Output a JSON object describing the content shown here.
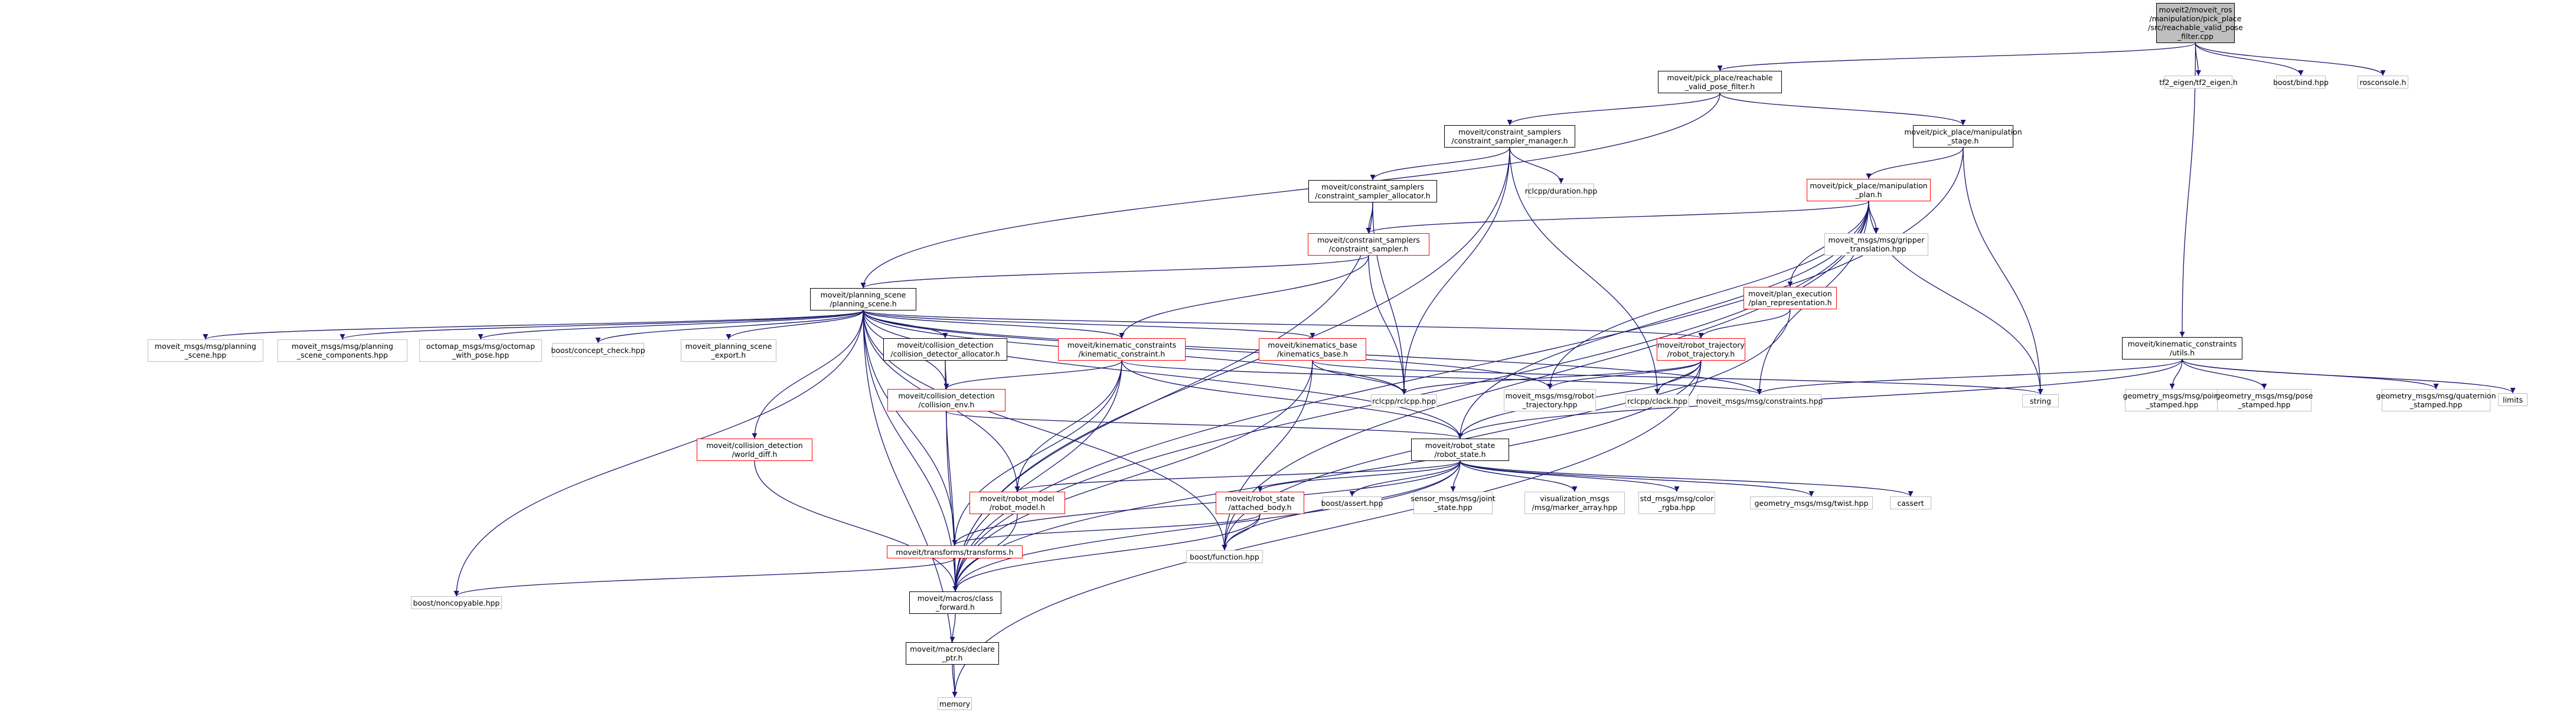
{
  "colors": {
    "edge": "#191970",
    "frame_documented": "#000000",
    "frame_undocumented": "#ff0000",
    "frame_external": "#bfbfbf",
    "root_fill": "#bfbfbf"
  },
  "nodes": {
    "root": "moveit2/moveit_ros\n/manipulation/pick_place\n/src/reachable_valid_pose\n_filter.cpp",
    "reach": "moveit/pick_place/reachable\n_valid_pose_filter.h",
    "csm": "moveit/constraint_samplers\n/constraint_sampler_manager.h",
    "stage": "moveit/pick_place/manipulation\n_stage.h",
    "csa": "moveit/constraint_samplers\n/constraint_sampler_allocator.h",
    "duration": "rclcpp/duration.hpp",
    "plan": "moveit/pick_place/manipulation\n_plan.h",
    "cs": "moveit/constraint_samplers\n/constraint_sampler.h",
    "gripper": "moveit_msgs/msg/gripper\n_translation.hpp",
    "ps": "moveit/planning_scene\n/planning_scene.h",
    "planrep": "moveit/plan_execution\n/plan_representation.h",
    "kcu": "moveit/kinematic_constraints\n/utils.h",
    "tf2": "tf2_eigen/tf2_eigen.h",
    "bind": "boost/bind.hpp",
    "rosconsole": "rosconsole.h",
    "msgps": "moveit_msgs/msg/planning\n_scene.hpp",
    "psc": "moveit_msgs/msg/planning\n_scene_components.hpp",
    "octomap": "octomap_msgs/msg/octomap\n_with_pose.hpp",
    "concept": "boost/concept_check.hpp",
    "psexport": "moveit_planning_scene\n_export.h",
    "cda": "moveit/collision_detection\n/collision_detector_allocator.h",
    "kc": "moveit/kinematic_constraints\n/kinematic_constraint.h",
    "kb": "moveit/kinematics_base\n/kinematics_base.h",
    "rt": "moveit/robot_trajectory\n/robot_trajectory.h",
    "string": "string",
    "gpoint": "geometry_msgs/msg/point\n_stamped.hpp",
    "gpose": "geometry_msgs/msg/pose\n_stamped.hpp",
    "gquat": "geometry_msgs/msg/quaternion\n_stamped.hpp",
    "limits": "limits",
    "cenv": "moveit/collision_detection\n/collision_env.h",
    "rclcpp": "rclcpp/rclcpp.hpp",
    "mrt": "moveit_msgs/msg/robot\n_trajectory.hpp",
    "clock": "rclcpp/clock.hpp",
    "constraints": "moveit_msgs/msg/constraints.hpp",
    "wd": "moveit/collision_detection\n/world_diff.h",
    "rs": "moveit/robot_state\n/robot_state.h",
    "rm": "moveit/robot_model\n/robot_model.h",
    "ab": "moveit/robot_state\n/attached_body.h",
    "assert": "boost/assert.hpp",
    "joint": "sensor_msgs/msg/joint\n_state.hpp",
    "marker": "visualization_msgs\n/msg/marker_array.hpp",
    "color": "std_msgs/msg/color\n_rgba.hpp",
    "twist": "geometry_msgs/msg/twist.hpp",
    "cassert": "cassert",
    "tr": "moveit/transforms/transforms.h",
    "func": "boost/function.hpp",
    "noncopy": "boost/noncopyable.hpp",
    "cf": "moveit/macros/class\n_forward.h",
    "dp": "moveit/macros/declare\n_ptr.h",
    "memory": "memory"
  }
}
